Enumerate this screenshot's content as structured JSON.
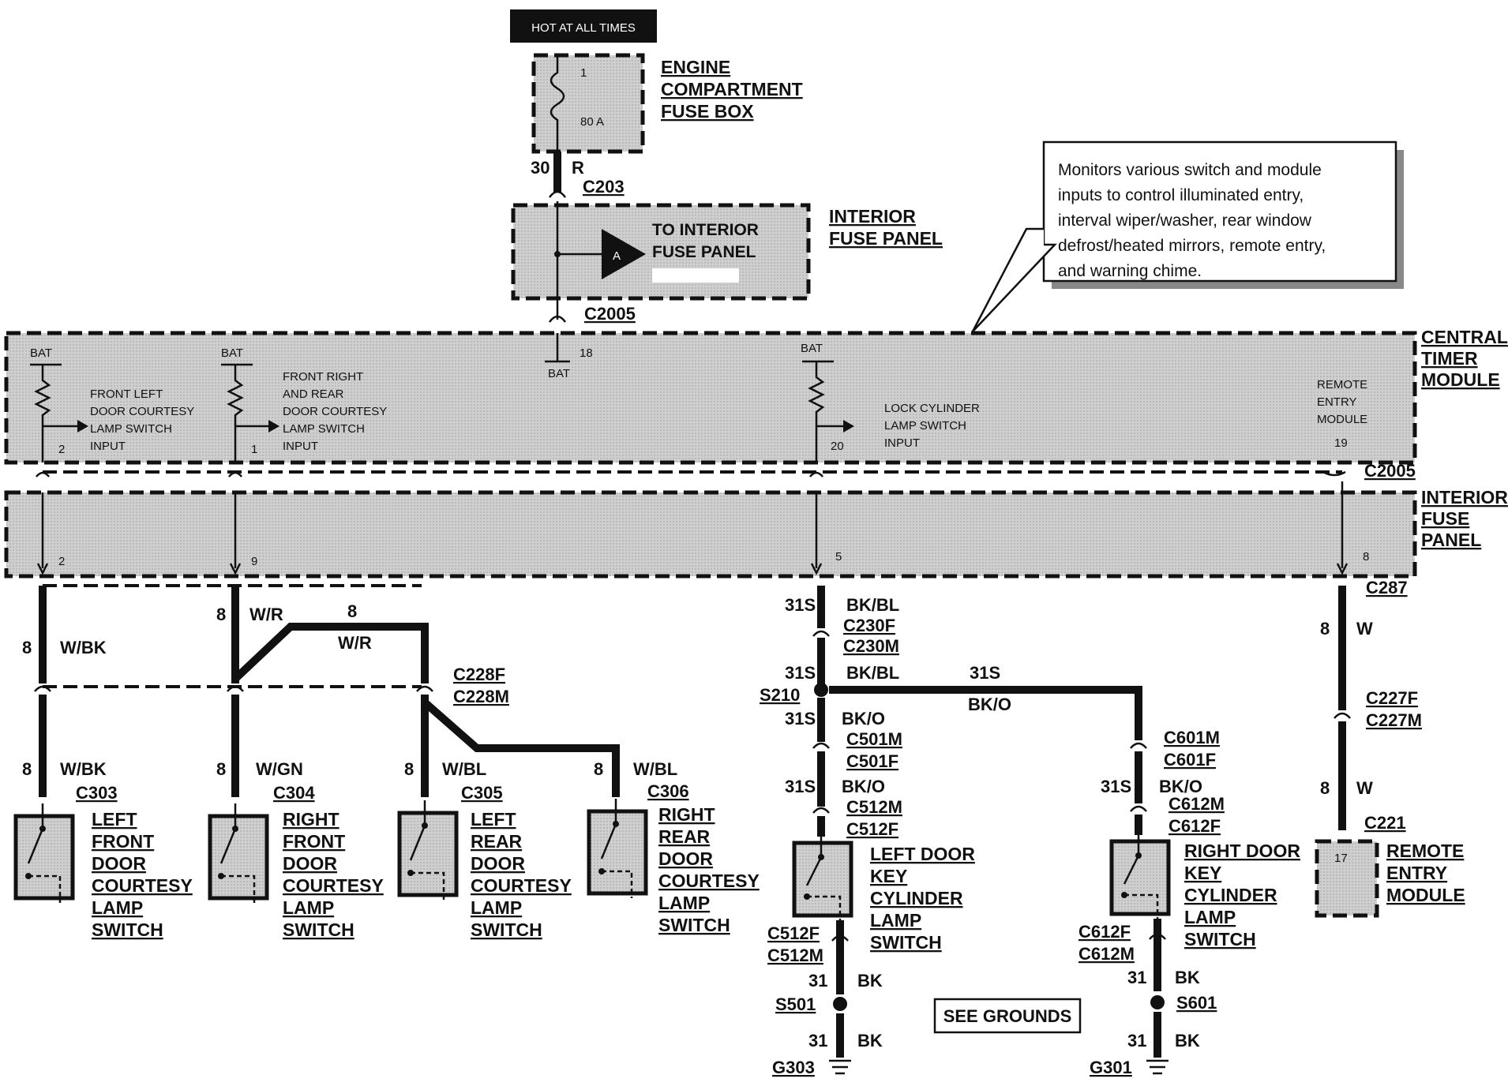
{
  "header": {
    "hot_label": "HOT AT ALL TIMES"
  },
  "engine_fuse_box": {
    "title": [
      "ENGINE",
      "COMPARTMENT",
      "FUSE BOX"
    ],
    "fuse_number": "1",
    "fuse_rating": "80 A",
    "wire_gauge": "30",
    "wire_color": "R",
    "connector": "C203"
  },
  "interior_fuse_panel_top": {
    "title": [
      "INTERIOR",
      "FUSE PANEL"
    ],
    "arrow_letter": "A",
    "arrow_text": [
      "TO INTERIOR",
      "FUSE PANEL"
    ],
    "connector": "C2005"
  },
  "note": {
    "text": [
      "Monitors various switch and module",
      "inputs to control illuminated entry,",
      "interval wiper/washer, rear window",
      "defrost/heated mirrors, remote entry,",
      "and warning chime."
    ]
  },
  "central_timer_module": {
    "title": [
      "CENTRAL",
      "TIMER",
      "MODULE"
    ],
    "bat_label": "BAT",
    "pin_18": "18",
    "inputs": [
      {
        "text": [
          "FRONT LEFT",
          "DOOR COURTESY",
          "LAMP SWITCH",
          "INPUT"
        ],
        "pin": "2"
      },
      {
        "text": [
          "FRONT RIGHT",
          "AND REAR",
          "DOOR COURTESY",
          "LAMP SWITCH",
          "INPUT"
        ],
        "pin": "1"
      },
      {
        "text": [
          "LOCK CYLINDER",
          "LAMP SWITCH",
          "INPUT"
        ],
        "pin": "20"
      },
      {
        "text": [
          "REMOTE",
          "ENTRY",
          "MODULE"
        ],
        "pin": "19"
      }
    ],
    "connector": "C2005"
  },
  "interior_fuse_panel": {
    "title": [
      "INTERIOR",
      "FUSE",
      "PANEL"
    ],
    "pins": [
      "2",
      "9",
      "5",
      "8"
    ]
  },
  "circuits": {
    "left_front": {
      "gauge": "8",
      "color": "W/BK",
      "connector": "C303",
      "switch": [
        "LEFT",
        "FRONT",
        "DOOR",
        "COURTESY",
        "LAMP",
        "SWITCH"
      ]
    },
    "right_front": {
      "gauge": "8",
      "color_top": "W/R",
      "color": "W/GN",
      "connector": "C304",
      "switch": [
        "RIGHT",
        "FRONT",
        "DOOR",
        "COURTESY",
        "LAMP",
        "SWITCH"
      ]
    },
    "jumper": {
      "gauge": "8",
      "color": "W/R",
      "connectors": [
        "C228F",
        "C228M"
      ]
    },
    "left_rear": {
      "gauge": "8",
      "color": "W/BL",
      "connector": "C305",
      "switch": [
        "LEFT",
        "REAR",
        "DOOR",
        "COURTESY",
        "LAMP",
        "SWITCH"
      ]
    },
    "right_rear": {
      "gauge": "8",
      "color": "W/BL",
      "connector": "C306",
      "switch": [
        "RIGHT",
        "REAR",
        "DOOR",
        "COURTESY",
        "LAMP",
        "SWITCH"
      ]
    },
    "lock_cylinder": {
      "gauge": "31S",
      "color_top": "BK/BL",
      "connectors_top": [
        "C230F",
        "C230M"
      ],
      "splice": "S210",
      "color_mid": "BK/O",
      "connectors_left": [
        "C501M",
        "C501F"
      ],
      "connectors_left2": [
        "C512M",
        "C512F"
      ],
      "connectors_right": [
        "C601M",
        "C601F"
      ],
      "connectors_right2": [
        "C612M",
        "C612F"
      ]
    },
    "left_key": {
      "switch": [
        "LEFT DOOR",
        "KEY",
        "CYLINDER",
        "LAMP",
        "SWITCH"
      ],
      "connectors": [
        "C512F",
        "C512M"
      ],
      "gauge": "31",
      "color": "BK",
      "splice": "S501",
      "ground": "G303"
    },
    "right_key": {
      "switch": [
        "RIGHT DOOR",
        "KEY",
        "CYLINDER",
        "LAMP",
        "SWITCH"
      ],
      "connectors": [
        "C612F",
        "C612M"
      ],
      "gauge": "31",
      "color": "BK",
      "splice": "S601",
      "ground": "G301"
    },
    "remote": {
      "connector_top": "C287",
      "gauge": "8",
      "color": "W",
      "connectors_mid": [
        "C227F",
        "C227M"
      ],
      "connector_bottom": "C221",
      "pin": "17",
      "module": [
        "REMOTE",
        "ENTRY",
        "MODULE"
      ]
    },
    "see_grounds": "SEE GROUNDS"
  }
}
